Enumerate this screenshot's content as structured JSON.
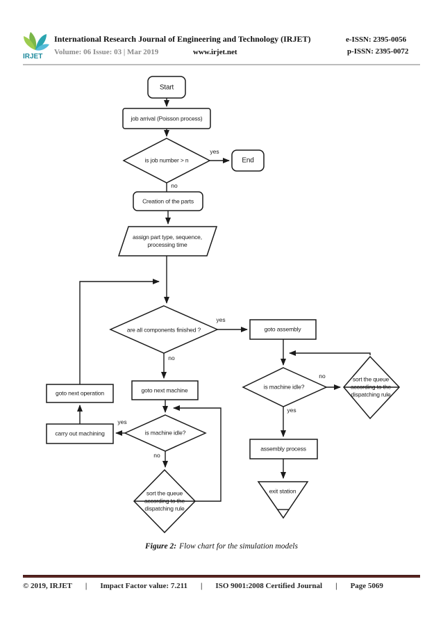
{
  "header": {
    "logo_text": "IRJET",
    "title": "International Research Journal of Engineering and Technology (IRJET)",
    "e_issn": "e-ISSN: 2395-0056",
    "volume_line": "Volume: 06 Issue: 03 | Mar 2019",
    "website": "www.irjet.net",
    "p_issn": "p-ISSN: 2395-0072"
  },
  "flowchart": {
    "nodes": {
      "start": "Start",
      "job_arrival": "job arrival (Poisson process)",
      "job_number_decision": "is job number > n",
      "end": "End",
      "creation": "Creation of the parts",
      "assign_lines": [
        "assign part type, sequence,",
        "processing time"
      ],
      "components_decision": "are all components finished ?",
      "goto_assembly": "goto assembly",
      "goto_next_machine": "goto next machine",
      "goto_next_operation": "goto next operation",
      "carry_out_machining": "carry out machining",
      "machine_idle_left": "is machine idle?",
      "sort_queue_left_lines": [
        "sort the queue",
        "according to the",
        "dispatching rule"
      ],
      "machine_idle_right": "is machine idle?",
      "sort_queue_right_lines": [
        "sort the queue",
        "according to the",
        "dispatching rule"
      ],
      "assembly_process": "assembly process",
      "exit_station": "exit station"
    },
    "labels": {
      "yes": "yes",
      "no": "no"
    }
  },
  "caption": {
    "label": "Figure 2:",
    "text": "Flow chart for the simulation models"
  },
  "footer": {
    "copyright": "© 2019, IRJET",
    "impact": "Impact Factor value: 7.211",
    "iso": "ISO 9001:2008 Certified Journal",
    "page": "Page 5069",
    "separator": "|"
  },
  "colors": {
    "line": "#1a1a1a",
    "footer_maroon": "#5a2220",
    "logo_green": "#7ab648",
    "logo_teal": "#2aa5b0",
    "logo_text_color": "#1f8a9d"
  }
}
